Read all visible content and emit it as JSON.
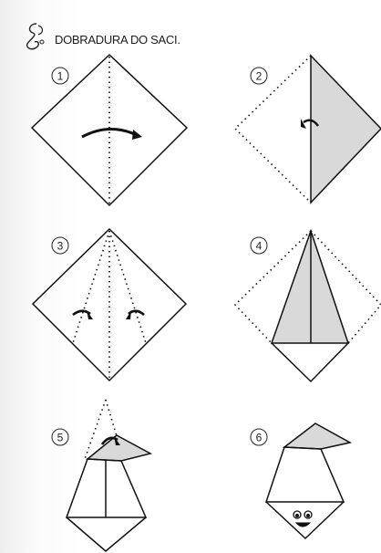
{
  "title": "DOBRADURA DO SACI.",
  "steps": [
    {
      "number": "1"
    },
    {
      "number": "2"
    },
    {
      "number": "3"
    },
    {
      "number": "4"
    },
    {
      "number": "5"
    },
    {
      "number": "6"
    }
  ],
  "colors": {
    "line": "#111111",
    "fold_shade": "#d9d9d9",
    "background": "#ffffff"
  }
}
